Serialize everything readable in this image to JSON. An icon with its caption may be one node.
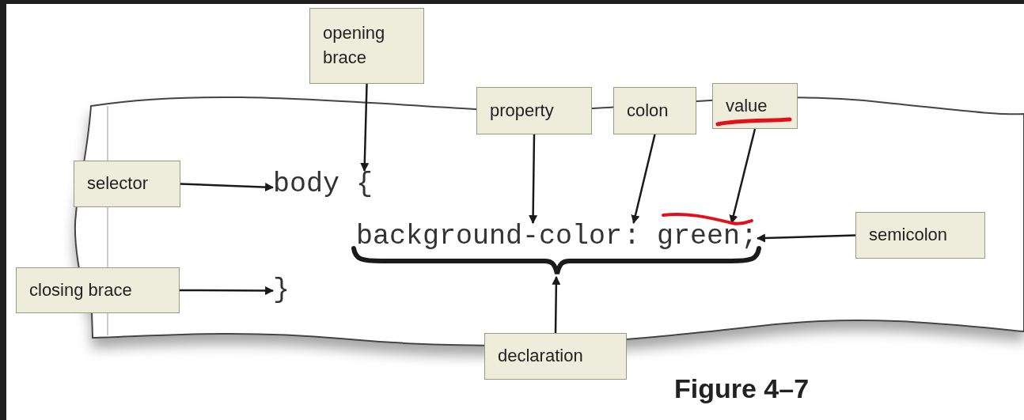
{
  "diagram": {
    "caption": "Figure 4–7",
    "nodes": [
      {
        "text": [
          "opening brace"
        ]
      },
      {
        "text": [
          "property"
        ]
      },
      {
        "text": [
          "colon"
        ]
      },
      {
        "text": [
          "value"
        ]
      },
      {
        "text": [
          "selector"
        ]
      },
      {
        "text": [
          "body"
        ]
      },
      {
        "text": [
          "{"
        ]
      },
      {
        "text": [
          "background-color"
        ]
      },
      {
        "text": [
          ":"
        ]
      },
      {
        "text": [
          "green"
        ]
      },
      {
        "text": [
          ";"
        ]
      },
      {
        "text": [
          "semicolon"
        ]
      },
      {
        "text": [
          "closing brace"
        ]
      },
      {
        "text": [
          "}"
        ]
      },
      {
        "text": [],
        "shape": "brace"
      },
      {
        "text": [
          "declaration"
        ]
      }
    ],
    "edges": [
      {
        "from": 0,
        "to": 6,
        "arrow": "to"
      },
      {
        "from": 1,
        "to": 7,
        "arrow": "to"
      },
      {
        "from": 2,
        "to": 8,
        "arrow": "to"
      },
      {
        "from": 3,
        "to": 9,
        "arrow": "to"
      },
      {
        "from": 4,
        "to": 5,
        "arrow": "to"
      },
      {
        "from": 11,
        "to": 10,
        "arrow": "to"
      },
      {
        "from": 12,
        "to": 13,
        "arrow": "to"
      },
      {
        "from": 15,
        "to": 14,
        "arrow": "to"
      }
    ]
  }
}
